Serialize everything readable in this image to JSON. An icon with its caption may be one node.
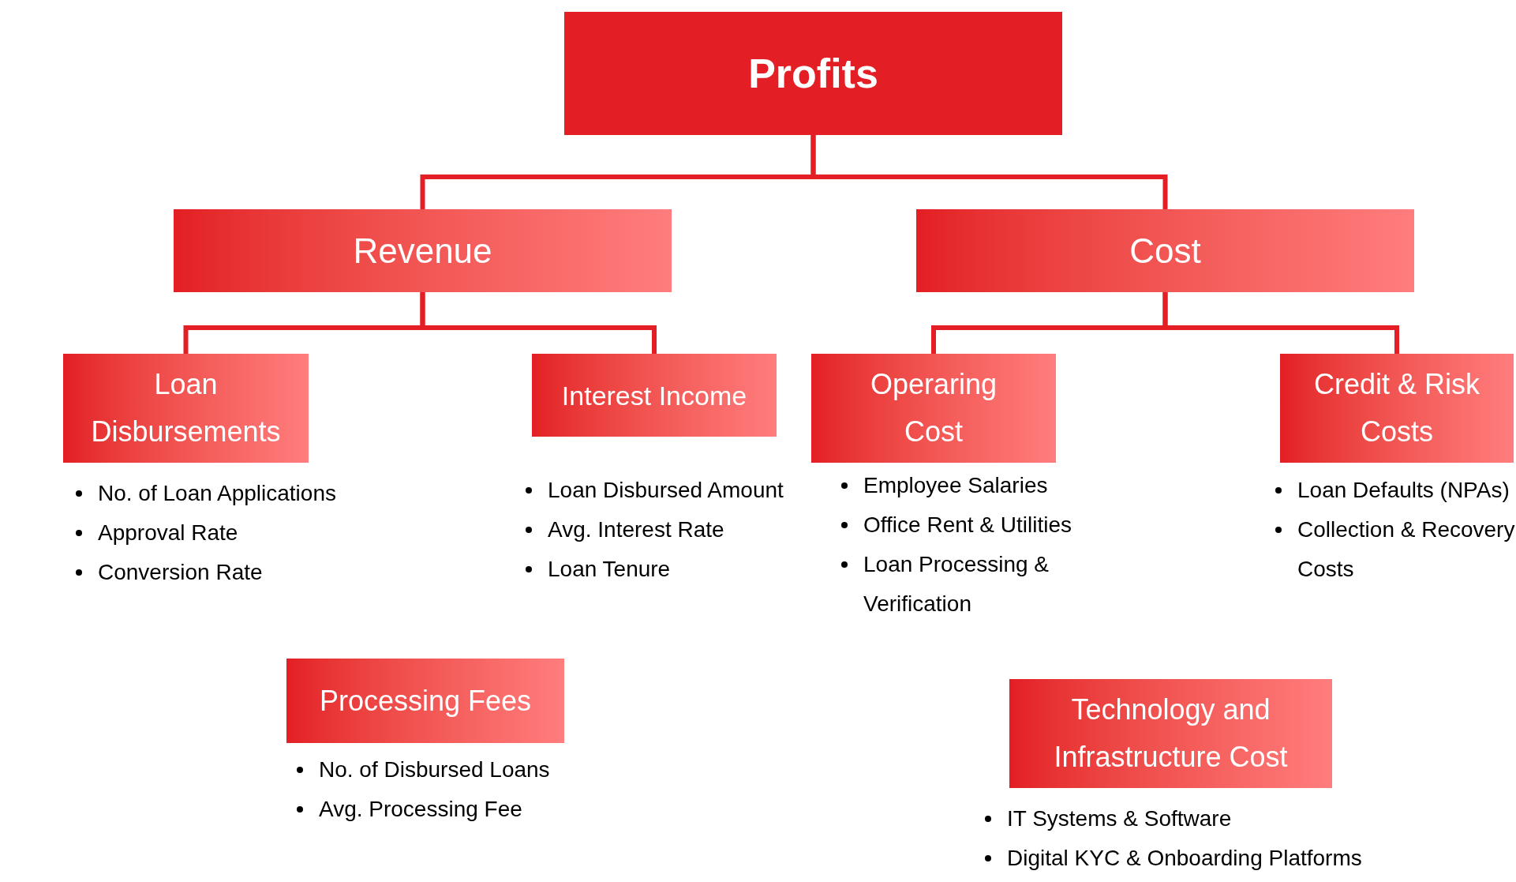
{
  "diagram": {
    "nodes": [
      {
        "text": [
          "Profits"
        ]
      },
      {
        "text": [
          "Revenue"
        ]
      },
      {
        "text": [
          "Cost"
        ]
      },
      {
        "text": [
          "Loan Disbursements"
        ],
        "beside": [
          "No. of Loan Applications",
          "Approval Rate",
          "Conversion Rate"
        ]
      },
      {
        "text": [
          "Interest Income"
        ],
        "beside": [
          "Loan Disbursed Amount",
          "Avg. Interest Rate",
          "Loan Tenure"
        ]
      },
      {
        "text": [
          "Operaring Cost"
        ],
        "beside": [
          "Employee Salaries",
          "Office Rent & Utilities",
          "Loan Processing & Verification"
        ]
      },
      {
        "text": [
          "Credit & Risk Costs"
        ],
        "beside": [
          "Loan Defaults (NPAs)",
          "Collection & Recovery Costs"
        ]
      },
      {
        "text": [
          "Processing Fees"
        ],
        "beside": [
          "No. of Disbursed Loans",
          "Avg. Processing Fee"
        ]
      },
      {
        "text": [
          "Technology and Infrastructure Cost"
        ],
        "beside": [
          "IT Systems & Software",
          "Digital KYC & Onboarding Platforms"
        ]
      }
    ],
    "edges": [
      {
        "from": 0,
        "to": 1,
        "arrow": "none"
      },
      {
        "from": 0,
        "to": 2,
        "arrow": "none"
      },
      {
        "from": 1,
        "to": 3,
        "arrow": "none"
      },
      {
        "from": 1,
        "to": 4,
        "arrow": "none"
      },
      {
        "from": 2,
        "to": 5,
        "arrow": "none"
      },
      {
        "from": 2,
        "to": 6,
        "arrow": "none"
      }
    ]
  }
}
